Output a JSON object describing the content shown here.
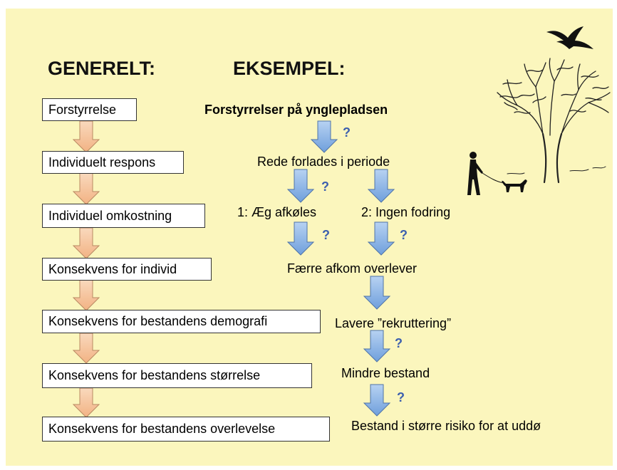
{
  "headings": {
    "general": "GENERELT:",
    "example": "EKSEMPEL:"
  },
  "general_steps": [
    "Forstyrrelse",
    "Individuelt respons",
    "Individuel omkostning",
    "Konsekvens for individ",
    "Konsekvens for bestandens demografi",
    "Konsekvens for bestandens størrelse",
    "Konsekvens for bestandens overlevelse"
  ],
  "example_steps": {
    "disturbance": "Forstyrrelser på ynglepladsen",
    "nest_left": "Rede forlades i periode",
    "eggs_cool": "1: Æg afkøles",
    "no_feeding": "2: Ingen fodring",
    "fewer_offspring": "Færre afkom overlever",
    "recruitment": "Lavere ”rekruttering”",
    "smaller_population": "Mindre bestand",
    "extinction_risk": "Bestand i større risiko for at uddø"
  },
  "question_mark": "?",
  "colors": {
    "background": "#fbf6bd",
    "general_arrow": "#f6c49a",
    "example_arrow": "#8ab4e8",
    "question_mark": "#3c5fae"
  },
  "icons": [
    "bird-icon",
    "tree-icon",
    "person-walking-dog-icon"
  ]
}
